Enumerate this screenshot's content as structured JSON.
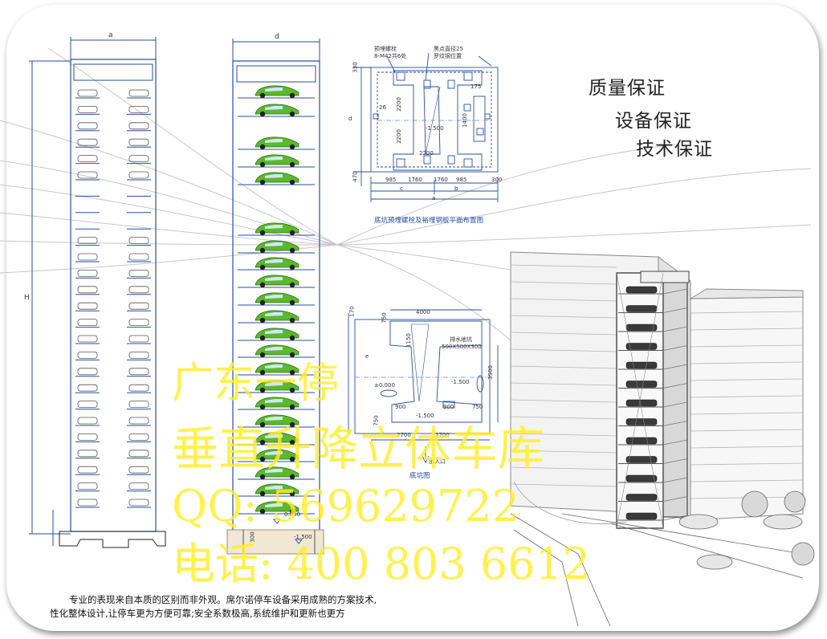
{
  "slogans": [
    "质量保证",
    "设备保证",
    "技术保证"
  ],
  "left_elevation": {
    "width_label": "a",
    "height_label": "H"
  },
  "right_elevation": {
    "width_label": "d",
    "level_top": "0.050",
    "level_bottom": "-1.500",
    "pit_depth": "300"
  },
  "plan_view": {
    "caption": "底坑预埋螺栓及裕埋钢板平面布置图",
    "bolt_note_1": "预埋螺栓",
    "bolt_note_2": "8-M42共6处",
    "dot_note_1": "黑点直径25",
    "dot_note_2": "罗纹钢位置",
    "dims": {
      "left_top": "330",
      "left_bottom": "470",
      "left_side": "d",
      "inner_26": "26",
      "mid_2200_a": "2200",
      "mid_2200_b": "2200",
      "mid_2200_c": "2200",
      "level": "-1.500",
      "r175": "175",
      "r1400": "1400",
      "b985a": "985",
      "b1760a": "1760",
      "b1760b": "1760",
      "b985b": "985",
      "b300": "300",
      "lab_c": "c",
      "lab_b": "b",
      "lab_a": "a"
    }
  },
  "pit_view": {
    "caption": "底坑图",
    "dims": {
      "d170": "170",
      "d4000": "4000",
      "d750a": "750",
      "d1150": "1150",
      "sump": "排水地坑",
      "sump_size": "500X500X300",
      "lvl0": "±0.000",
      "lvl1": "-1.500",
      "lvl2": "-1.500",
      "d3500": "3500",
      "d900a": "900",
      "d900b": "900",
      "d750b": "750",
      "d750c": "750",
      "d2700a": "2700",
      "d2700b": "2700",
      "lab_e": "e",
      "entrance": "出入口"
    }
  },
  "watermark": {
    "line1": "广东一停",
    "line2": "垂直升降立体车库",
    "line3": "QQ: 569629722",
    "line4": "电话: 400 803 6612"
  },
  "footer": {
    "line1": "专业的表现来自本质的区别而非外观。席尔诺停车设备采用成熟的方案技术,",
    "line2": "性化整体设计,让停车更为方便可靠;安全系数极高,系统维护和更新也更方"
  },
  "colors": {
    "drawing_blue": "#2a4ea0",
    "car_green": "#5cb82c",
    "watermark_yellow": "#ffee28"
  }
}
